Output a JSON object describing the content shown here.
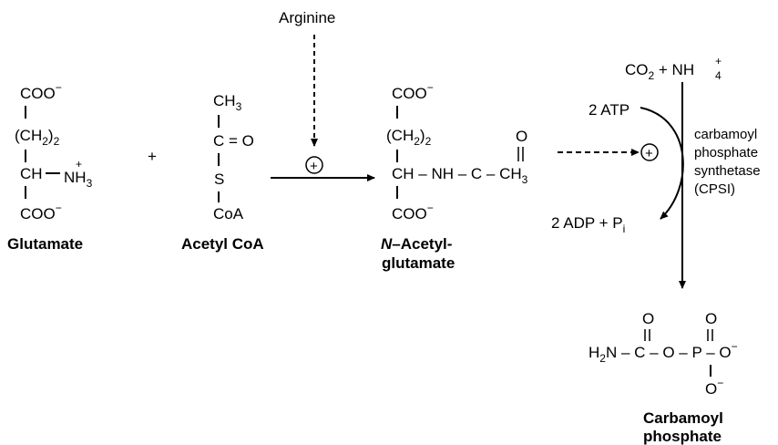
{
  "regulator": {
    "name": "Arginine",
    "plus": "+"
  },
  "glutamate": {
    "coo_top": "COO",
    "charge_top": "−",
    "ch2": "(CH",
    "ch2_sub": "2",
    "ch2_close": ")",
    "ch2_n": "2",
    "ch": "CH",
    "nh3_n": "NH",
    "nh3_sub": "3",
    "nh3_plus": "+",
    "coo_bottom": "COO",
    "charge_bottom": "−",
    "label": "Glutamate"
  },
  "plus_sign": "+",
  "acetyl_coa": {
    "ch3": "CH",
    "ch3_sub": "3",
    "c_eq_o": "C = O",
    "s": "S",
    "coa": "CoA",
    "label": "Acetyl CoA"
  },
  "n_acetylglutamate": {
    "coo_top": "COO",
    "charge_top": "−",
    "ch2": "(CH",
    "ch2_sub": "2",
    "ch2_close": ")",
    "ch2_n": "2",
    "o": "O",
    "backbone": "CH – NH – C – CH",
    "backbone_sub": "3",
    "coo_bottom": "COO",
    "charge_bottom": "−",
    "label_italic": "N",
    "label_rest": "–Acetyl-",
    "label_line2": "glutamate"
  },
  "cps": {
    "co2": "CO",
    "co2_sub": "2",
    "plus": " + NH",
    "nh4_sub": "4",
    "nh4_sup": "+",
    "atp": "2 ATP",
    "adp": "2 ADP + P",
    "pi_sub": "i",
    "enzyme_lines": [
      "carbamoyl",
      "phosphate",
      "synthetase",
      "(CPSI)"
    ],
    "activator": "+"
  },
  "carbamoyl_phosphate": {
    "o1": "O",
    "o2": "O",
    "h2n": "H",
    "h2n_sub": "2",
    "h2n_rest": "N – C – O – P – O",
    "charge1": "−",
    "o_bottom": "O",
    "charge2": "−",
    "label_line1": "Carbamoyl",
    "label_line2": "phosphate"
  }
}
